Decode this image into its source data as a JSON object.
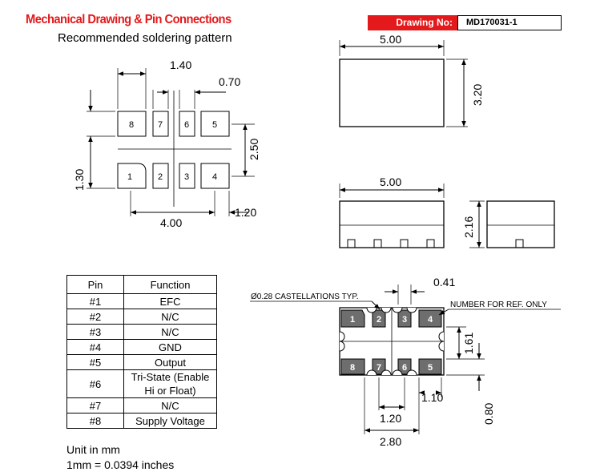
{
  "header": {
    "title": "Mechanical Drawing & Pin Connections",
    "subtitle": "Recommended soldering pattern",
    "drawing_no_label": "Drawing No:",
    "drawing_no_value": "MD170031-1"
  },
  "pattern": {
    "pads": [
      "8",
      "7",
      "6",
      "5",
      "1",
      "2",
      "3",
      "4"
    ],
    "dims": {
      "d140": "1.40",
      "d070": "0.70",
      "d250": "2.50",
      "d130": "1.30",
      "d400": "4.00",
      "d120": "1.20"
    }
  },
  "top_view": {
    "width": "5.00",
    "height": "3.20"
  },
  "side_view": {
    "width": "5.00",
    "height": "2.16"
  },
  "bottom_view": {
    "castellation_note": "Ø0.28 CASTELLATIONS TYP.",
    "ref_note": "NUMBER FOR REF. ONLY",
    "pins": [
      "1",
      "2",
      "3",
      "4",
      "8",
      "7",
      "6",
      "5"
    ],
    "dims": {
      "d041": "0.41",
      "d161": "1.61",
      "d110": "1.10",
      "d080": "0.80",
      "d120": "1.20",
      "d280": "2.80"
    }
  },
  "pin_table": {
    "headers": [
      "Pin",
      "Function"
    ],
    "rows": [
      {
        "pin": "#1",
        "func": "EFC"
      },
      {
        "pin": "#2",
        "func": "N/C"
      },
      {
        "pin": "#3",
        "func": "N/C"
      },
      {
        "pin": "#4",
        "func": "GND"
      },
      {
        "pin": "#5",
        "func": "Output"
      },
      {
        "pin": "#6",
        "func": "Tri-State (Enable",
        "func2": "Hi or Float)"
      },
      {
        "pin": "#7",
        "func": "N/C"
      },
      {
        "pin": "#8",
        "func": "Supply Voltage"
      }
    ]
  },
  "notes": {
    "unit": "Unit in mm",
    "conversion": "1mm = 0.0394 inches"
  },
  "colors": {
    "accent": "#e3191b",
    "pad_fill": "#6e6e6e"
  }
}
